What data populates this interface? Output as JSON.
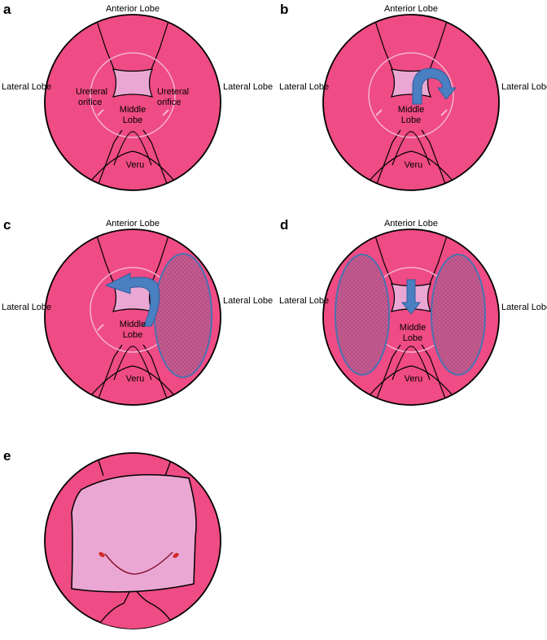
{
  "colors": {
    "background": "#ffffff",
    "tissue": "#ef4b84",
    "light_tissue": "#eba7d3",
    "outline": "#000000",
    "ring": "#f7b3cf",
    "arrow": "#4a7fc1",
    "arrow_edge": "#2e5f9e",
    "hatch_fill": "#c45a8e",
    "ellipse_edge": "#4a72b0",
    "orifice": "#d42a2a",
    "trigone_line": "#8a1436"
  },
  "panels": {
    "a": {
      "letter": "a",
      "anterior": "Anterior Lobe",
      "lateral_left": "Lateral Lobe",
      "lateral_right": "Lateral Lobe",
      "ureteral_left": [
        "Ureteral",
        "orifice"
      ],
      "ureteral_right": [
        "Ureteral",
        "orifice"
      ],
      "middle": [
        "Middle",
        "Lobe"
      ],
      "veru": "Veru"
    },
    "b": {
      "letter": "b",
      "anterior": "Anterior Lobe",
      "lateral_left": "Lateral Lobe",
      "lateral_right": "Lateral Lobe",
      "middle": [
        "Middle",
        "Lobe"
      ],
      "veru": "Veru"
    },
    "c": {
      "letter": "c",
      "anterior": "Anterior Lobe",
      "lateral_left": "Lateral Lobe",
      "lateral_right": "Lateral Lobe",
      "middle": [
        "Middle",
        "Lobe"
      ],
      "veru": "Veru"
    },
    "d": {
      "letter": "d",
      "anterior": "Anterior Lobe",
      "lateral_left": "Lateral Lobe",
      "lateral_right": "Lateral Lobe",
      "middle": [
        "Middle",
        "Lobe"
      ],
      "veru": "Veru"
    },
    "e": {
      "letter": "e"
    }
  }
}
